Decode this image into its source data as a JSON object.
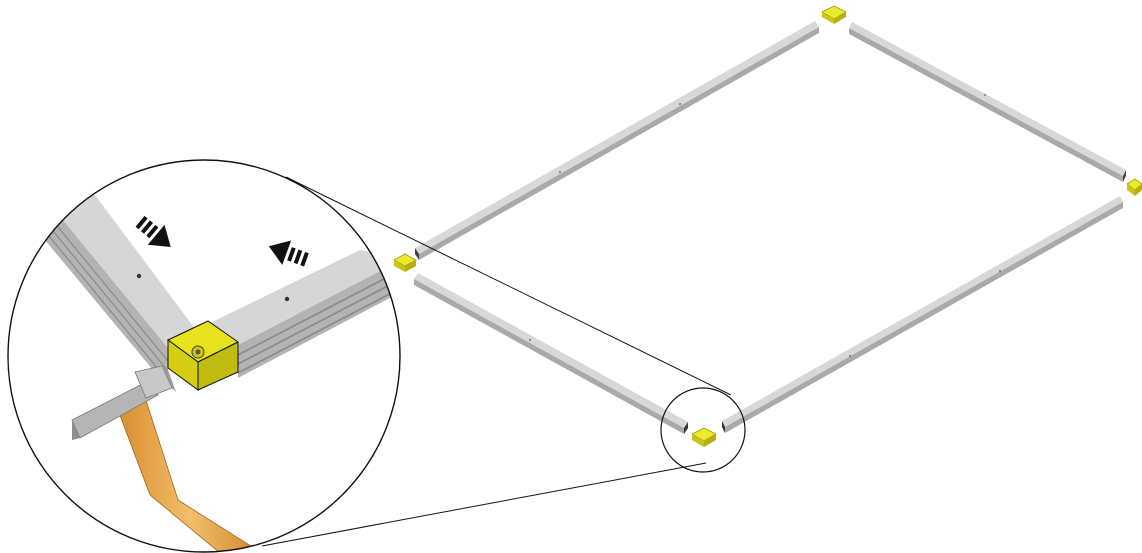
{
  "diagram": {
    "subject": "frame-assembly-instruction",
    "parts": [
      "aluminum-rail",
      "corner-connector",
      "hammer"
    ],
    "colors": {
      "rail_light": "#d7d7d7",
      "rail_mid": "#b9b9b9",
      "rail_dark": "#8f8f8f",
      "connector": "#e9e31a",
      "connector_dark": "#b9b40f",
      "outline": "#111111",
      "hammer_head": "#b4b4b4",
      "hammer_handle": "#e7a64a"
    },
    "icons": [
      "push-arrow-icon",
      "push-arrow-icon",
      "hammer-icon",
      "magnifier-callout"
    ]
  }
}
